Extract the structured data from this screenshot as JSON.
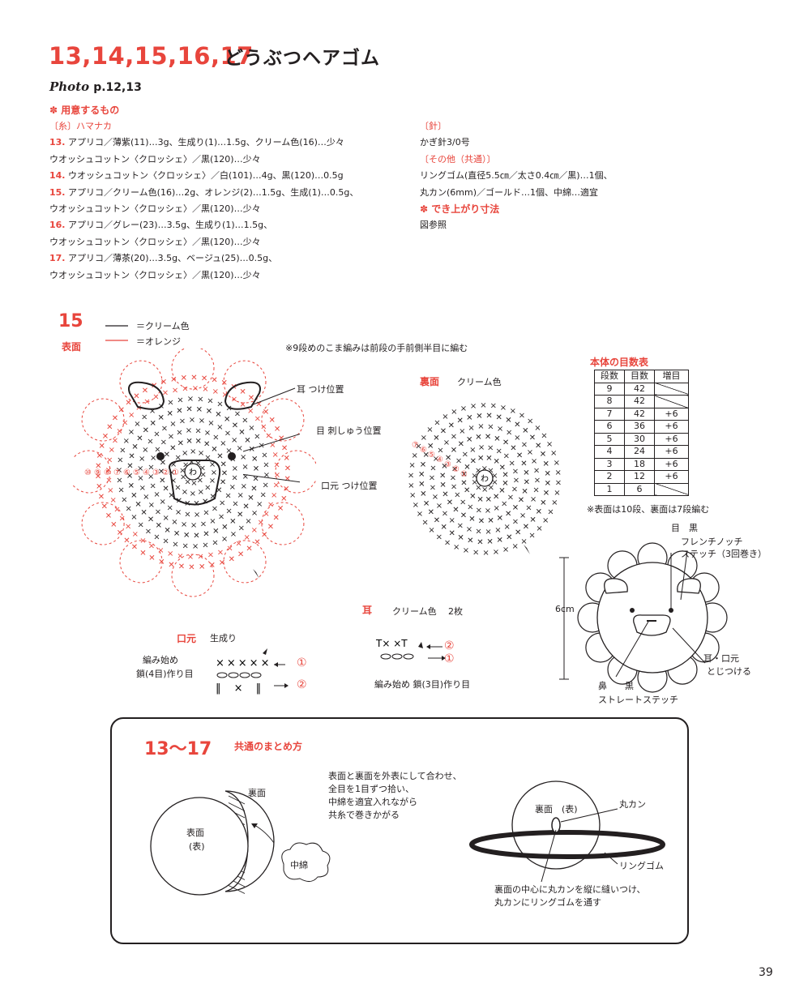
{
  "header": {
    "numbers": "13,14,15,16,17",
    "title": "どうぶつヘアゴム",
    "photo_label": "Photo",
    "photo_pages": "p.12,13"
  },
  "materials": {
    "heading": "用意するもの",
    "yarn_heading": "〔糸〕ハマナカ",
    "lines": [
      {
        "num": "13.",
        "text": " アプリコ／薄紫(11)…3g、生成り(1)…1.5g、クリーム色(16)…少々"
      },
      {
        "num": "",
        "text": "ウオッシュコットン〈クロッシェ〉／黒(120)…少々"
      },
      {
        "num": "14.",
        "text": " ウオッシュコットン〈クロッシェ〉／白(101)…4g、黒(120)…0.5g"
      },
      {
        "num": "15.",
        "text": " アプリコ／クリーム色(16)…2g、オレンジ(2)…1.5g、生成(1)…0.5g、"
      },
      {
        "num": "",
        "text": "ウオッシュコットン〈クロッシェ〉／黒(120)…少々"
      },
      {
        "num": "16.",
        "text": " アプリコ／グレー(23)…3.5g、生成り(1)…1.5g、"
      },
      {
        "num": "",
        "text": "ウオッシュコットン〈クロッシェ〉／黒(120)…少々"
      },
      {
        "num": "17.",
        "text": " アプリコ／薄茶(20)…3.5g、ベージュ(25)…0.5g、"
      },
      {
        "num": "",
        "text": "ウオッシュコットン〈クロッシェ〉／黒(120)…少々"
      }
    ],
    "needle_heading": "〔針〕",
    "needle": "かぎ針3/0号",
    "other_heading": "〔その他（共通）〕",
    "other_lines": [
      "リングゴム(直径5.5㎝／太さ0.4㎝／黒)…1個、",
      "丸カン(6mm)／ゴールド…1個、中綿…適宜"
    ],
    "size_heading": "でき上がり寸法",
    "size_text": "図参照"
  },
  "pattern15": {
    "number": "15",
    "front_label": "表面",
    "legend_cream": "＝クリーム色",
    "legend_orange": "＝オレンジ",
    "note_row9": "※9段めのこま編みは前段の手前側半目に編む",
    "ear_position": "耳 つけ位置",
    "eye_position": "目 刺しゅう位置",
    "mouth_position": "口元 つけ位置",
    "center_label": "わ",
    "front_row_marks": [
      "⑩",
      "⑨",
      "⑧",
      "⑦",
      "⑥",
      "⑤",
      "④",
      "③",
      "②",
      "①"
    ],
    "back_label": "裏面",
    "back_color": "クリーム色",
    "back_row_marks": [
      "⑦",
      "⑥",
      "⑤",
      "④",
      "③",
      "②",
      "①"
    ],
    "mouth_label": "口元",
    "mouth_color": "生成り",
    "mouth_start": "編み始め",
    "mouth_chain": "鎖(4目)作り目",
    "ear_label": "耳",
    "ear_color": "クリーム色",
    "ear_count": "2枚",
    "ear_start": "編み始め 鎖(3目)作り目",
    "row_one": "①",
    "row_two": "②"
  },
  "count_table": {
    "title": "本体の目数表",
    "headers": [
      "段数",
      "目数",
      "増目"
    ],
    "rows": [
      [
        "9",
        "42",
        ""
      ],
      [
        "8",
        "42",
        ""
      ],
      [
        "7",
        "42",
        "+6"
      ],
      [
        "6",
        "36",
        "+6"
      ],
      [
        "5",
        "30",
        "+6"
      ],
      [
        "4",
        "24",
        "+6"
      ],
      [
        "3",
        "18",
        "+6"
      ],
      [
        "2",
        "12",
        "+6"
      ],
      [
        "1",
        "6",
        ""
      ]
    ],
    "note": "※表面は10段、裏面は7段編む"
  },
  "lion_figure": {
    "eye_label": "目　黒",
    "eye_stitch_line1": "フレンチノッチ",
    "eye_stitch_line2": "ステッチ（3回巻き）",
    "height": "6cm",
    "attach_line1": "耳・口元",
    "attach_line2": "とじつける",
    "nose_label": "鼻　　黒",
    "nose_stitch": "ストレートステッチ"
  },
  "finishing": {
    "number": "13〜17",
    "heading": "共通のまとめ方",
    "back_label": "裏面",
    "front_label": "表面",
    "front_sub": "(表)",
    "stuffing": "中綿",
    "instructions": [
      "表面と裏面を外表にして合わせ、",
      "全目を1目ずつ拾い、",
      "中綿を適宜入れながら",
      "共糸で巻きかがる"
    ],
    "back_front_label": "裏面　(表)",
    "ring_label": "丸カン",
    "elastic_label": "リングゴム",
    "bottom_instructions": [
      "裏面の中心に丸カンを縦に縫いつけ、",
      "丸カンにリングゴムを通す"
    ]
  },
  "page_number": "39",
  "colors": {
    "accent": "#e8453c",
    "ink": "#231f20"
  }
}
